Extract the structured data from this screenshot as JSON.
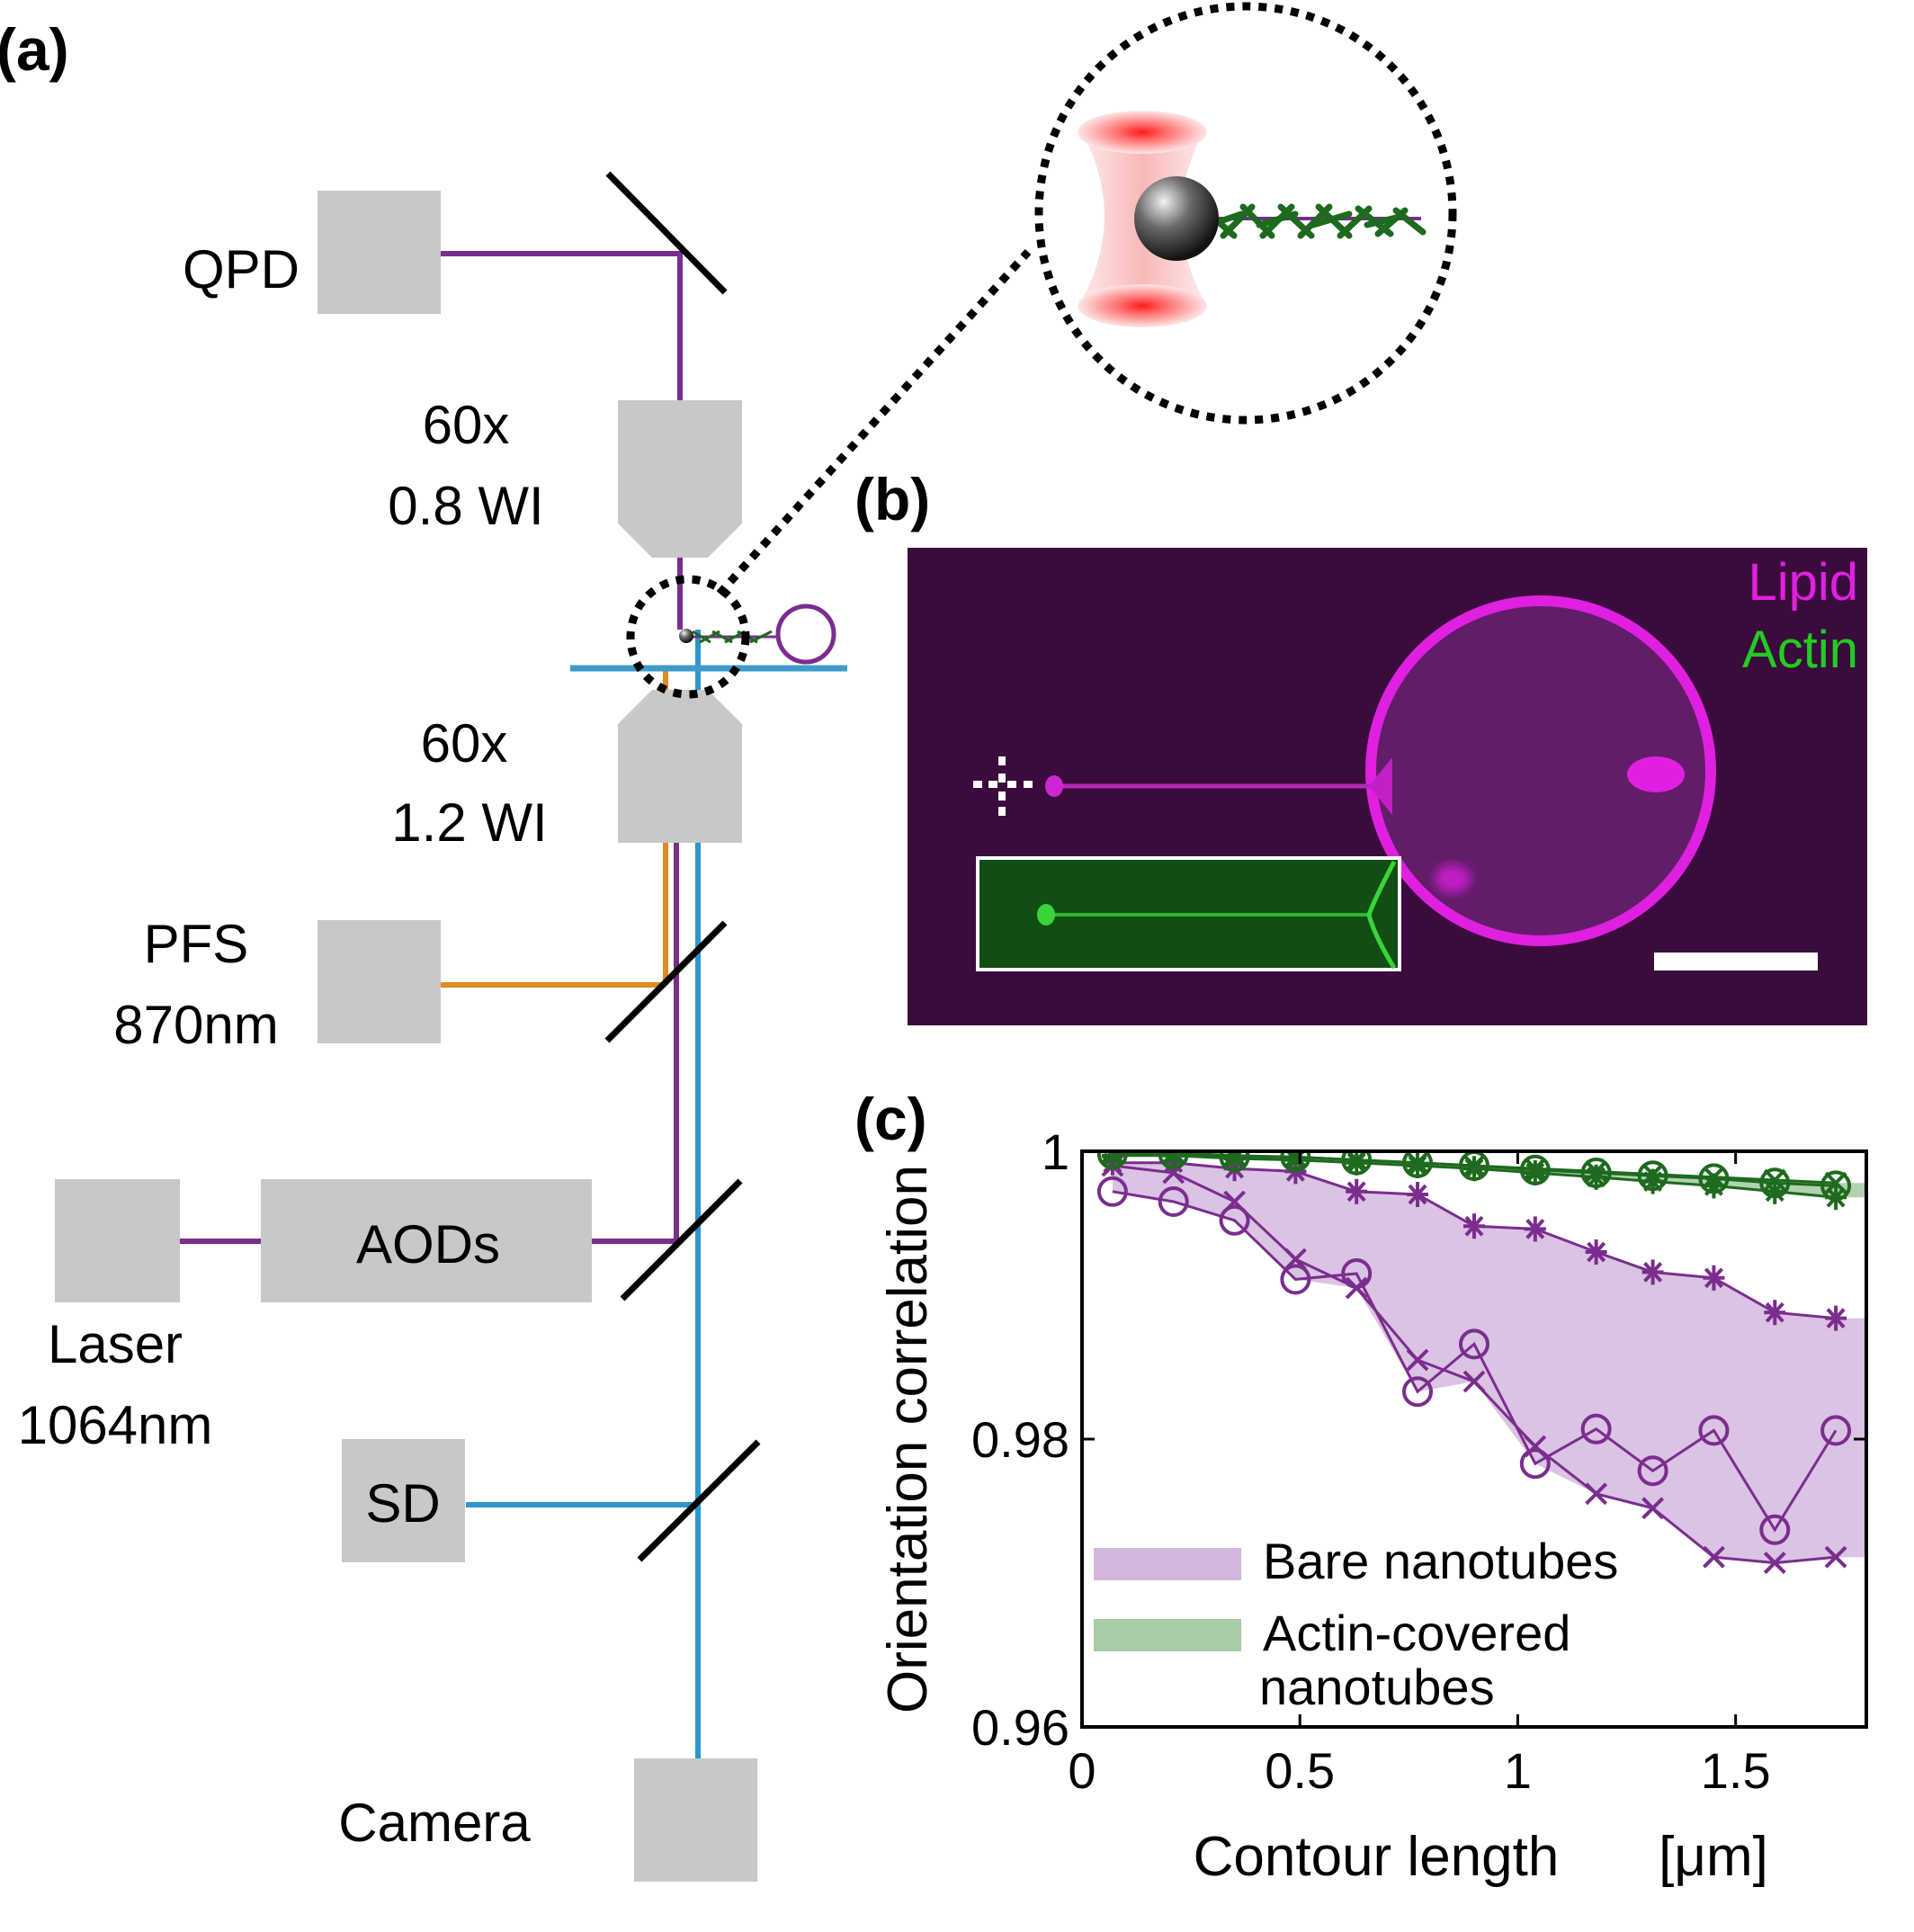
{
  "panel_labels": {
    "a": "(a)",
    "b": "(b)",
    "c": "(c)"
  },
  "setup": {
    "qpd": "QPD",
    "objective_top": [
      "60x",
      "0.8 WI"
    ],
    "objective_bottom": [
      "60x",
      "1.2 WI"
    ],
    "pfs": [
      "PFS",
      "870nm"
    ],
    "aods": "AODs",
    "laser": [
      "Laser",
      "1064nm"
    ],
    "sd": "SD",
    "camera": "Camera",
    "colors": {
      "purple_beam": "#7b2d8e",
      "orange_beam": "#e08a25",
      "blue_beam": "#2b95cc",
      "box": "#c8c8c8",
      "actin": "#1e6a1e"
    }
  },
  "micrograph": {
    "channel_lipid": "Lipid",
    "channel_actin": "Actin",
    "colors": {
      "background": "#3a0b3c",
      "lipid": "#e020e0",
      "actin": "#22cc22"
    }
  },
  "chart_data": {
    "type": "line",
    "xlabel": "Contour length",
    "xunit": "[μm]",
    "ylabel": "Orientation correlation",
    "xlim": [
      0,
      1.8
    ],
    "ylim": [
      0.96,
      1.0
    ],
    "xticks": [
      "0",
      "0.5",
      "1",
      "1.5"
    ],
    "xtick_values": [
      0,
      0.5,
      1,
      1.5
    ],
    "yticks": [
      "0.96",
      "0.98",
      "1"
    ],
    "ytick_values": [
      0.96,
      0.98,
      1.0
    ],
    "legend": [
      {
        "label": "Bare nanotubes",
        "color": "#d3b8de"
      },
      {
        "label": "Actin-covered",
        "label2": "nanotubes",
        "color": "#a8cca8"
      }
    ],
    "x": [
      0.07,
      0.21,
      0.35,
      0.49,
      0.63,
      0.77,
      0.9,
      1.04,
      1.18,
      1.31,
      1.45,
      1.59,
      1.73
    ],
    "series": [
      {
        "marker": "o",
        "color": "#7b2d8e",
        "values": [
          0.9972,
          0.9965,
          0.9952,
          0.9911,
          0.9915,
          0.9833,
          0.9866,
          0.9783,
          0.9807,
          0.9778,
          0.9806,
          0.9737,
          0.9806
        ]
      },
      {
        "marker": "x",
        "color": "#7b2d8e",
        "values": [
          0.999,
          0.9985,
          0.9965,
          0.9925,
          0.9905,
          0.9855,
          0.984,
          0.9795,
          0.9762,
          0.9752,
          0.9718,
          0.9714,
          0.9718
        ]
      },
      {
        "marker": "*",
        "color": "#7b2d8e",
        "values": [
          0.9992,
          0.9992,
          0.9988,
          0.9986,
          0.9972,
          0.997,
          0.9948,
          0.9946,
          0.993,
          0.9916,
          0.9912,
          0.9888,
          0.9884
        ]
      },
      {
        "marker": "o",
        "color": "#1e6a1e",
        "values": [
          0.9998,
          0.9998,
          0.9996,
          0.9996,
          0.9994,
          0.9992,
          0.999,
          0.9987,
          0.9985,
          0.9983,
          0.9981,
          0.9978,
          0.9976
        ]
      },
      {
        "marker": "*",
        "color": "#1e6a1e",
        "values": [
          0.9997,
          0.9997,
          0.9995,
          0.9994,
          0.9992,
          0.999,
          0.9988,
          0.9985,
          0.9982,
          0.9979,
          0.9976,
          0.9972,
          0.9968
        ]
      },
      {
        "marker": "x",
        "color": "#1e6a1e",
        "values": [
          0.9999,
          0.9999,
          0.9997,
          0.9996,
          0.9994,
          0.9992,
          0.999,
          0.9988,
          0.9986,
          0.9984,
          0.9982,
          0.998,
          0.9978
        ]
      }
    ]
  }
}
